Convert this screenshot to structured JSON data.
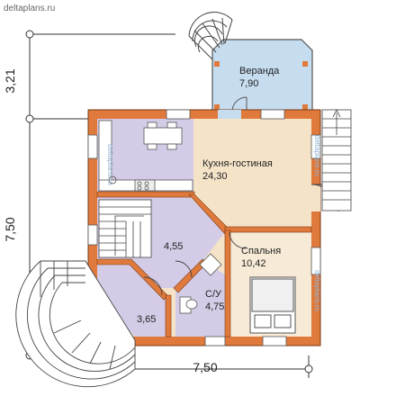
{
  "site": "deltaplans.ru",
  "dimensions": {
    "top_height": "3,21",
    "main_height": "7,50",
    "bottom_width": "7,50"
  },
  "rooms": [
    {
      "name": "Веранда",
      "area": "7,90"
    },
    {
      "name": "Кухня-гостиная",
      "area": "24,30"
    },
    {
      "name": "Спальня",
      "area": "10,42"
    },
    {
      "name": "",
      "area": "4,55"
    },
    {
      "name": "С/У",
      "area": "4,75"
    },
    {
      "name": "",
      "area": "3,65"
    }
  ],
  "watermark": "deltaplans.ru",
  "colors": {
    "wall": "#e07a3c",
    "kitchen": "#f5e3c8",
    "purple": "#d4cbe6",
    "veranda": "#c6dcef",
    "bedroom": "#f7ead6"
  }
}
